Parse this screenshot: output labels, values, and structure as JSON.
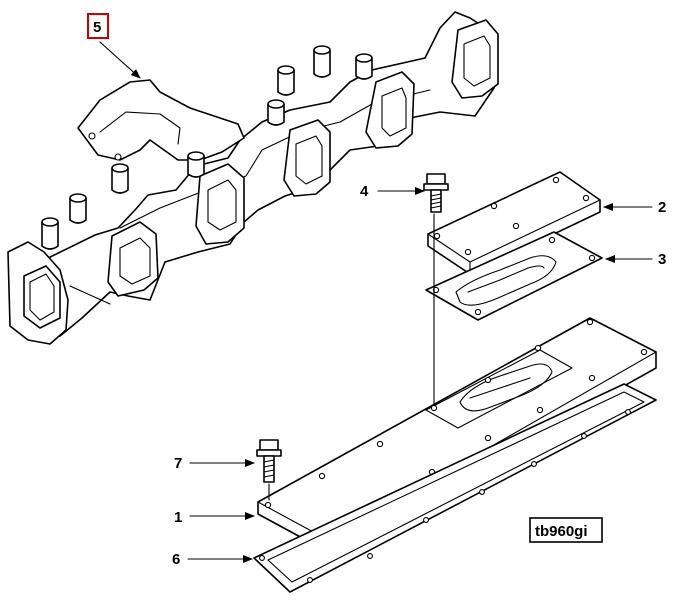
{
  "figure_code": "tb960gi",
  "callouts": {
    "part_5": "5",
    "part_4": "4",
    "part_2": "2",
    "part_3": "3",
    "part_7": "7",
    "part_1": "1",
    "part_6": "6"
  },
  "colors": {
    "line": "#000000",
    "highlight_box": "#cc0000",
    "background": "#ffffff"
  }
}
